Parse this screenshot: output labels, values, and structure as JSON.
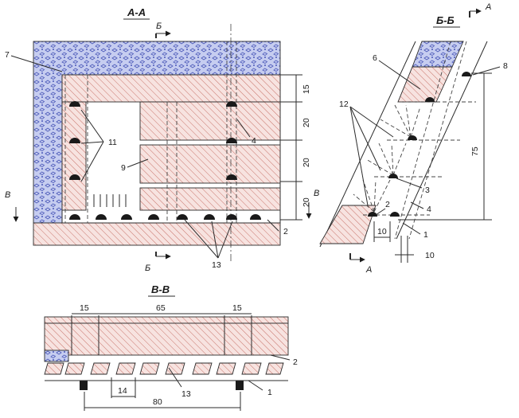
{
  "sections": {
    "aa": {
      "title": "А-А",
      "cut_b_top": "Б",
      "cut_b_bottom": "Б",
      "cut_v_left": "В",
      "cut_v_right": "В",
      "dims": [
        "15",
        "20",
        "20",
        "20"
      ],
      "callouts": {
        "n7": "7",
        "n11": "11",
        "n9": "9",
        "n4": "4",
        "n2": "2",
        "n13": "13"
      }
    },
    "bb": {
      "title": "Б-Б",
      "cut_a_top": "А",
      "cut_a_bottom": "А",
      "dim_75": "75",
      "dim_10a": "10",
      "dim_10b": "10",
      "callouts": {
        "n6": "6",
        "n8": "8",
        "n12": "12",
        "n3": "3",
        "n4": "4",
        "n2": "2",
        "n1": "1"
      }
    },
    "vv": {
      "title": "В-В",
      "dims": [
        "15",
        "65",
        "15",
        "14",
        "80"
      ],
      "callouts": {
        "n2": "2",
        "n13": "13",
        "n1": "1"
      }
    }
  },
  "colors": {
    "ore_fill": "#c6cdf0",
    "ore_chip": "#4a57b8",
    "fill_hatch": "#c8736a",
    "fill_bg": "#f7e3e0"
  }
}
